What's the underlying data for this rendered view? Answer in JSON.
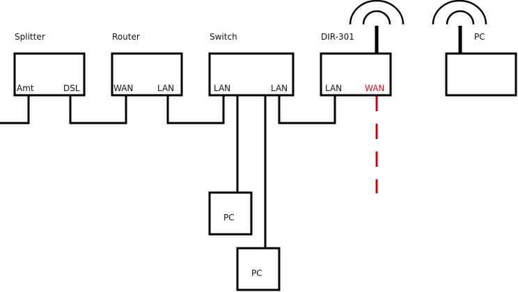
{
  "diagram": {
    "devices": {
      "splitter": {
        "label": "Splitter",
        "ports": {
          "left": "Amt",
          "right": "DSL"
        }
      },
      "router": {
        "label": "Router",
        "ports": {
          "left": "WAN",
          "right": "LAN"
        }
      },
      "switch": {
        "label": "Switch",
        "ports": {
          "left": "LAN",
          "right": "LAN"
        }
      },
      "dir301": {
        "label": "DIR-301",
        "ports": {
          "left": "LAN",
          "right": "WAN"
        }
      },
      "wireless_pc": {
        "label": "PC"
      },
      "pc1": {
        "label": "PC"
      },
      "pc2": {
        "label": "PC"
      }
    },
    "colors": {
      "line": "#000000",
      "wireless_link": "#cc0011",
      "wan_port_highlight": "#cc1122"
    },
    "connections": [
      {
        "from": "external-line",
        "to": "splitter.Amt",
        "style": "solid"
      },
      {
        "from": "splitter.DSL",
        "to": "router.WAN",
        "style": "solid"
      },
      {
        "from": "router.LAN",
        "to": "switch.LAN",
        "style": "solid"
      },
      {
        "from": "switch",
        "to": "pc1",
        "style": "solid"
      },
      {
        "from": "switch",
        "to": "pc2",
        "style": "solid"
      },
      {
        "from": "switch.LAN",
        "to": "dir301.LAN",
        "style": "solid"
      },
      {
        "from": "dir301.WAN",
        "to": "wireless",
        "style": "dashed-red"
      }
    ]
  }
}
